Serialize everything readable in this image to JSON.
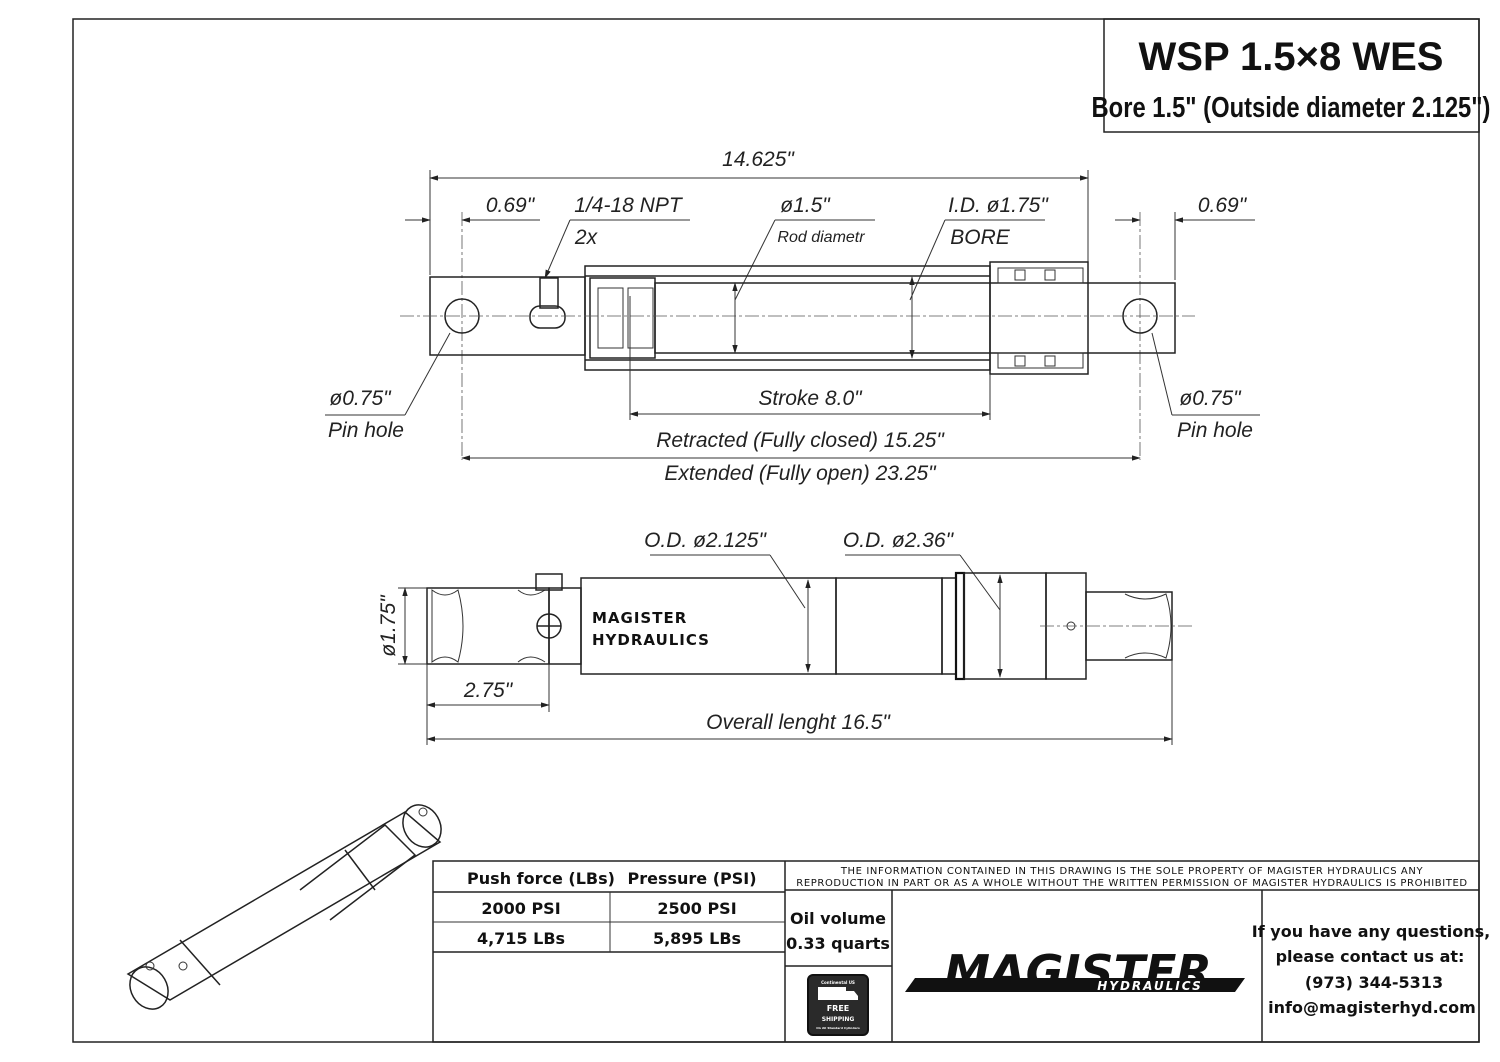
{
  "title": {
    "model": "WSP 1.5×8 WES",
    "bore": "Bore 1.5\" (Outside diameter 2.125\")"
  },
  "section_view": {
    "overall_top": "14.625\"",
    "left_offset": "0.69\"",
    "right_offset": "0.69\"",
    "port": "1/4-18 NPT",
    "port_qty": "2x",
    "rod_diameter": "ø1.5\"",
    "rod_caption": "Rod diametr",
    "bore_id": "I.D. ø1.75\"",
    "bore_caption": "BORE",
    "left_pin": "ø0.75\"",
    "left_pin_caption": "Pin hole",
    "right_pin": "ø0.75\"",
    "right_pin_caption": "Pin hole",
    "stroke": "Stroke 8.0\"",
    "retracted": "Retracted (Fully closed) 15.25\"",
    "extended": "Extended (Fully open) 23.25\""
  },
  "exterior_view": {
    "od_barrel": "O.D. ø2.125\"",
    "od_gland": "O.D. ø2.36\"",
    "end_diameter": "ø1.75\"",
    "clevis_length": "2.75\"",
    "overall_length": "Overall lenght 16.5\"",
    "brand_line1": "MAGISTER",
    "brand_line2": "HYDRAULICS"
  },
  "spec_table": {
    "headers": [
      "Push force (LBs)",
      "Pressure (PSI)"
    ],
    "rows": [
      [
        "2000 PSI",
        "2500 PSI"
      ],
      [
        "4,715 LBs",
        "5,895 LBs"
      ]
    ],
    "oil_volume_label": "Oil volume",
    "oil_volume_value": "0.33 quarts"
  },
  "notice": {
    "line1": "THE INFORMATION CONTAINED IN THIS DRAWING IS THE SOLE PROPERTY OF MAGISTER HYDRAULICS ANY",
    "line2": "REPRODUCTION IN PART OR AS A WHOLE WITHOUT THE WRITTEN PERMISSION OF MAGISTER HYDRAULICS IS PROHIBITED"
  },
  "logo": {
    "name": "MAGISTER",
    "sub": "HYDRAULICS",
    "badge_top": "Continental US",
    "badge_main": "FREE",
    "badge_sub": "SHIPPING",
    "badge_note": "On All Standard Cylinders"
  },
  "contact": {
    "line1": "If you have any questions,",
    "line2": "please contact us at:",
    "phone": "(973) 344-5313",
    "email": "info@magisterhyd.com"
  },
  "icons": [
    "truck-icon",
    "cylinder-isometric-icon"
  ]
}
